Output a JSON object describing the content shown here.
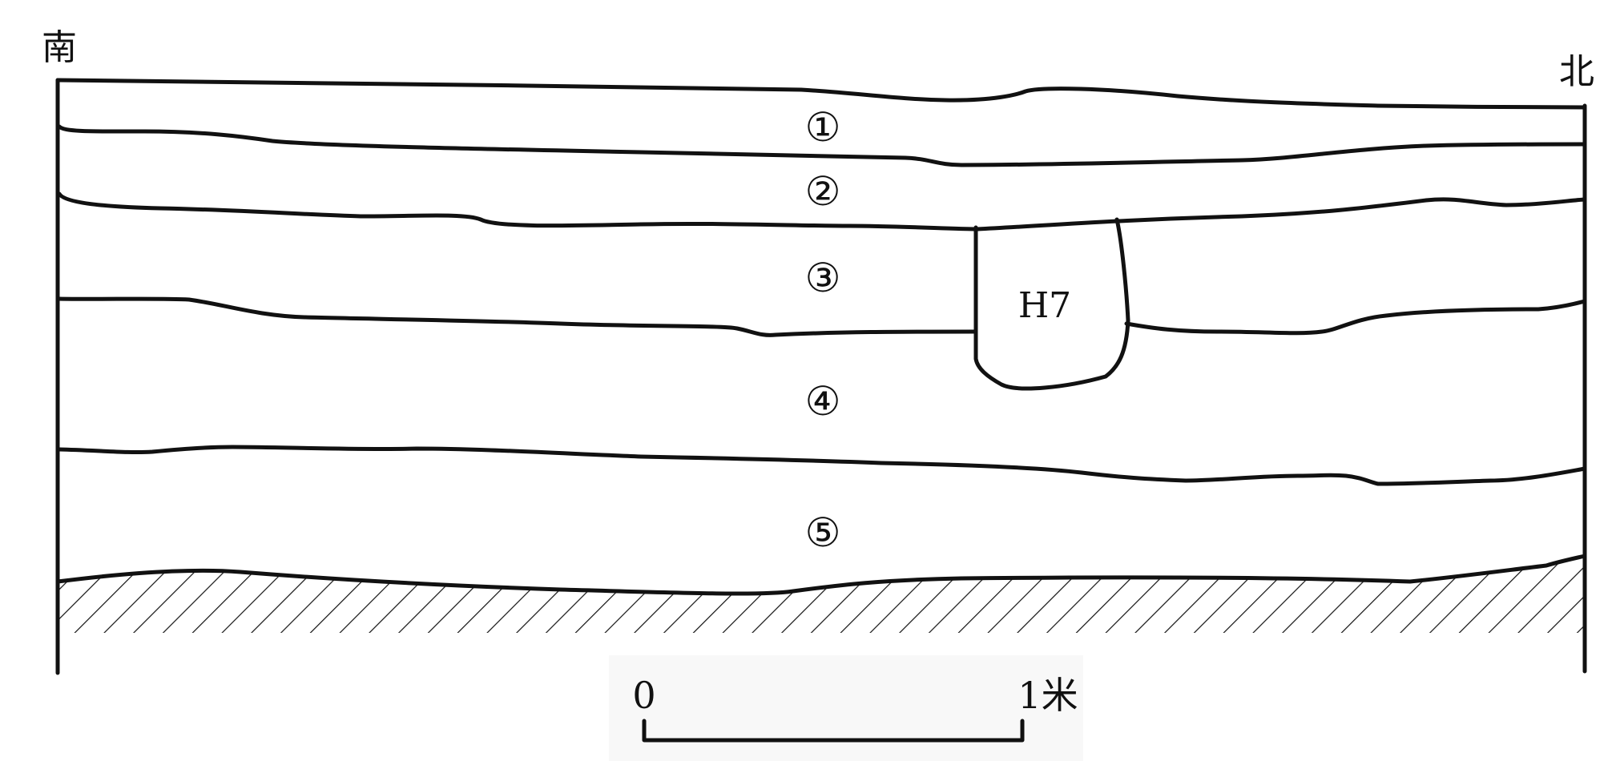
{
  "directions": {
    "south": "南",
    "north": "北"
  },
  "layers": [
    {
      "id": "1",
      "label": "①"
    },
    {
      "id": "2",
      "label": "②"
    },
    {
      "id": "3",
      "label": "③"
    },
    {
      "id": "4",
      "label": "④"
    },
    {
      "id": "5",
      "label": "⑤"
    }
  ],
  "feature": {
    "label": "H7"
  },
  "scale_bar": {
    "start": "0",
    "end": "1米"
  },
  "colors": {
    "ink": "#111111",
    "background": "#ffffff",
    "scale_panel": "#f8f8f8"
  }
}
